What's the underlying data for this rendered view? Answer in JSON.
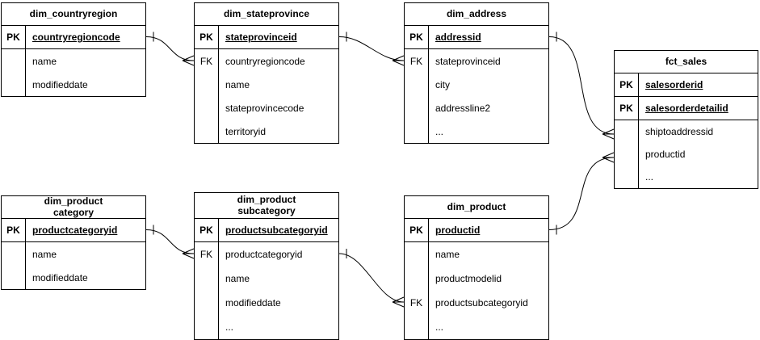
{
  "diagram": {
    "background_color": "#ffffff",
    "stroke_color": "#000000",
    "text_color": "#000000",
    "notation": "crow-foot",
    "entities": [
      {
        "id": "dim_countryregion",
        "title_lines": [
          "dim_countryregion"
        ],
        "rows": [
          {
            "key": "PK",
            "label": "countryregioncode",
            "pk": true
          },
          {
            "key": "",
            "label": "name",
            "pk": false
          },
          {
            "key": "",
            "label": "modifieddate",
            "pk": false
          }
        ]
      },
      {
        "id": "dim_stateprovince",
        "title_lines": [
          "dim_stateprovince"
        ],
        "rows": [
          {
            "key": "PK",
            "label": "stateprovinceid",
            "pk": true
          },
          {
            "key": "FK",
            "label": "countryregioncode",
            "pk": false
          },
          {
            "key": "",
            "label": "name",
            "pk": false
          },
          {
            "key": "",
            "label": "stateprovincecode",
            "pk": false
          },
          {
            "key": "",
            "label": "territoryid",
            "pk": false
          }
        ]
      },
      {
        "id": "dim_address",
        "title_lines": [
          "dim_address"
        ],
        "rows": [
          {
            "key": "PK",
            "label": "addressid",
            "pk": true
          },
          {
            "key": "FK",
            "label": "stateprovinceid",
            "pk": false
          },
          {
            "key": "",
            "label": "city",
            "pk": false
          },
          {
            "key": "",
            "label": "addressline2",
            "pk": false
          },
          {
            "key": "",
            "label": "...",
            "pk": false
          }
        ]
      },
      {
        "id": "fct_sales",
        "title_lines": [
          "fct_sales"
        ],
        "rows": [
          {
            "key": "PK",
            "label": "salesorderid",
            "pk": true
          },
          {
            "key": "PK",
            "label": "salesorderdetailid",
            "pk": true
          },
          {
            "key": "",
            "label": "shiptoaddressid",
            "pk": false
          },
          {
            "key": "",
            "label": "productid",
            "pk": false
          },
          {
            "key": "",
            "label": "...",
            "pk": false
          }
        ]
      },
      {
        "id": "dim_productcategory",
        "title_lines": [
          "dim_product",
          "category"
        ],
        "rows": [
          {
            "key": "PK",
            "label": "productcategoryid",
            "pk": true
          },
          {
            "key": "",
            "label": "name",
            "pk": false
          },
          {
            "key": "",
            "label": "modifieddate",
            "pk": false
          }
        ]
      },
      {
        "id": "dim_productsubcategory",
        "title_lines": [
          "dim_product",
          "subcategory"
        ],
        "rows": [
          {
            "key": "PK",
            "label": "productsubcategoryid",
            "pk": true
          },
          {
            "key": "FK",
            "label": "productcategoryid",
            "pk": false
          },
          {
            "key": "",
            "label": "name",
            "pk": false
          },
          {
            "key": "",
            "label": "modifieddate",
            "pk": false
          },
          {
            "key": "",
            "label": "...",
            "pk": false
          }
        ]
      },
      {
        "id": "dim_product",
        "title_lines": [
          "dim_product"
        ],
        "rows": [
          {
            "key": "PK",
            "label": "productid",
            "pk": true
          },
          {
            "key": "",
            "label": "name",
            "pk": false
          },
          {
            "key": "",
            "label": "productmodelid",
            "pk": false
          },
          {
            "key": "FK",
            "label": "productsubcategoryid",
            "pk": false
          },
          {
            "key": "",
            "label": "...",
            "pk": false
          }
        ]
      }
    ],
    "relationships": [
      {
        "from": "dim_countryregion",
        "to": "dim_stateprovince",
        "from_cardinality": "one",
        "to_cardinality": "many"
      },
      {
        "from": "dim_stateprovince",
        "to": "dim_address",
        "from_cardinality": "one",
        "to_cardinality": "many"
      },
      {
        "from": "dim_address",
        "to": "fct_sales",
        "from_cardinality": "one",
        "to_cardinality": "many"
      },
      {
        "from": "dim_product",
        "to": "fct_sales",
        "from_cardinality": "one",
        "to_cardinality": "many"
      },
      {
        "from": "dim_productcategory",
        "to": "dim_productsubcategory",
        "from_cardinality": "one",
        "to_cardinality": "many"
      },
      {
        "from": "dim_productsubcategory",
        "to": "dim_product",
        "from_cardinality": "one",
        "to_cardinality": "many"
      }
    ]
  }
}
